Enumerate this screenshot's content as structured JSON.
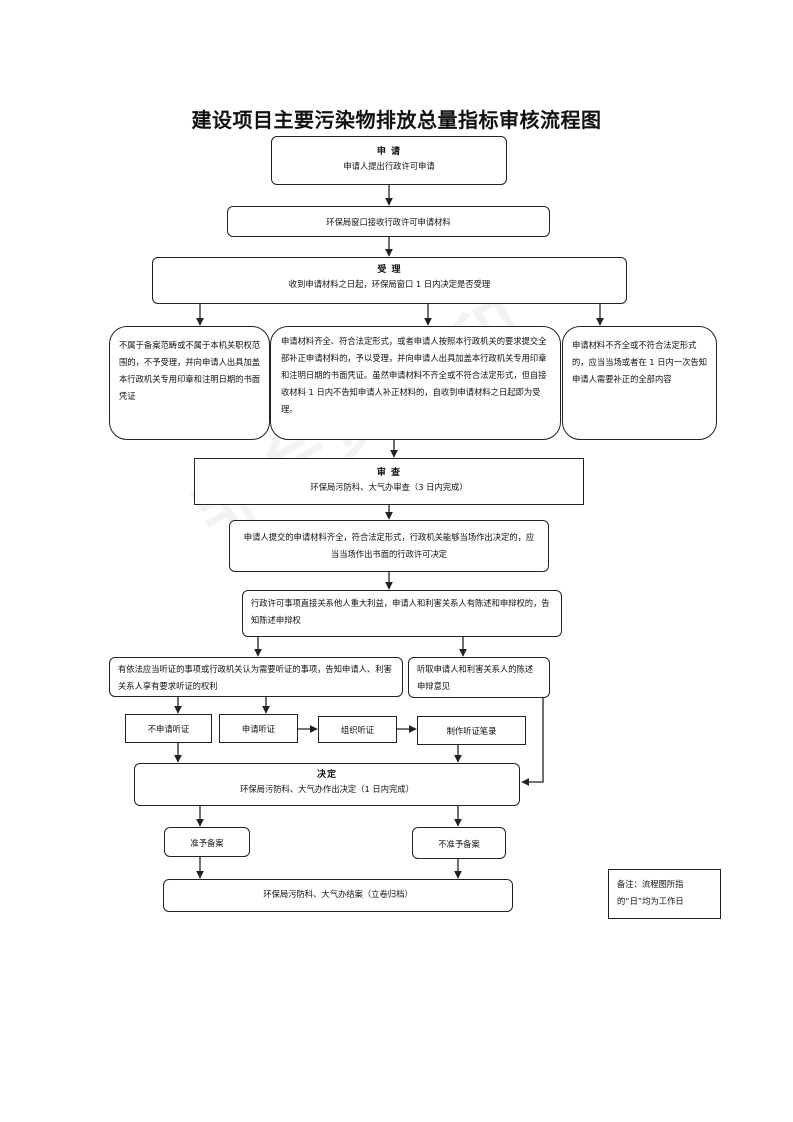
{
  "title": "建设项目主要污染物排放总量指标审核流程图",
  "watermark": "非会员水印",
  "nodes": {
    "apply": {
      "title": "申  请",
      "text": "申请人提出行政许可申请"
    },
    "receive": {
      "text": "环保局窗口接收行政许可申请材料"
    },
    "accept": {
      "title": "受  理",
      "text": "收到申请材料之日起，环保局窗口 1 日内决定是否受理"
    },
    "reject": {
      "text": "不属于备案范畴或不属于本机关职权范围的，不予受理，并向申请人出具加盖本行政机关专用印章和注明日期的书面凭证"
    },
    "accepted": {
      "text": "申请材料齐全、符合法定形式，或者申请人按照本行政机关的要求提交全部补正申请材料的，予以受理，并向申请人出具加盖本行政机关专用印章和注明日期的书面凭证。虽然申请材料不齐全或不符合法定形式，但自接收材料 1 日内不告知申请人补正材料的，自收到申请材料之日起即为受理。"
    },
    "incomplete": {
      "text": "申请材料不齐全或不符合法定形式的，应当当场或者在 1 日内一次告知申请人需要补正的全部内容"
    },
    "review": {
      "title": "审  查",
      "text": "环保局污防科、大气办审查（3 日内完成）"
    },
    "onsite": {
      "text": "申请人提交的申请材料齐全，符合法定形式，行政机关能够当场作出决定的，应当当场作出书面的行政许可决定"
    },
    "interest": {
      "text": "行政许可事项直接关系他人重大利益，申请人和利害关系人有陈述和申辩权的，告知陈述申辩权"
    },
    "hearing_notice": {
      "text": "有依法应当听证的事项或行政机关认为需要听证的事项，告知申请人、利害关系人享有要求听证的权利"
    },
    "statement": {
      "text": "听取申请人和利害关系人的陈述申辩意见"
    },
    "no_hearing": {
      "text": "不申请听证"
    },
    "apply_hearing": {
      "text": "申请听证"
    },
    "organize_hearing": {
      "text": "组织听证"
    },
    "hearing_record": {
      "text": "制作听证笔录"
    },
    "decision": {
      "title": "决定",
      "text": "环保局污防科、大气办作出决定（1 日内完成）"
    },
    "approve": {
      "text": "准予备案"
    },
    "deny": {
      "text": "不准予备案"
    },
    "close": {
      "text": "环保局污防科、大气办结案（立卷归档）"
    }
  },
  "note": {
    "text": "备注：流程图所指的“日”均为工作日"
  }
}
